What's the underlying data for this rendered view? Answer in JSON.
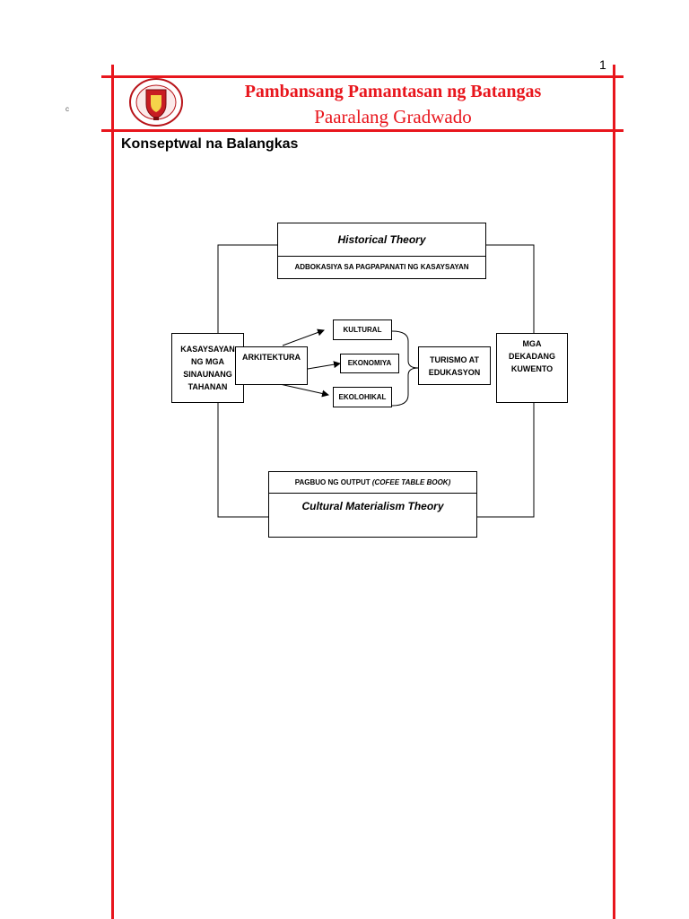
{
  "page": {
    "number": "1",
    "stray_mark": "c"
  },
  "header": {
    "university": "Pambansang Pamantasan ng Batangas",
    "school": "Paaralang Gradwado",
    "seal_icon": "university-seal-icon",
    "accent_color": "#e8161d"
  },
  "section_title": "Konseptwal na Balangkas",
  "diagram": {
    "historical_theory": "Historical Theory",
    "advocacy": "ADBOKASIYA SA PAGPAPANATI NG KASAYSAYAN",
    "history_box": [
      "KASAYSAYAN",
      "NG MGA",
      "SINAUNANG",
      "TAHANAN"
    ],
    "architecture": "ARKITEKTURA",
    "cultural": "KULTURAL",
    "economy": "EKONOMIYA",
    "ecological": "EKOLOHIKAL",
    "tourism": [
      "TURISMO AT",
      "EDUKASYON"
    ],
    "stories": [
      "MGA",
      "DEKADANG",
      "KUWENTO"
    ],
    "output_prefix": "PAGBUO NG OUTPUT ",
    "output_italic": "(COFEE TABLE BOOK)",
    "cultural_materialism": "Cultural Materialism Theory"
  }
}
